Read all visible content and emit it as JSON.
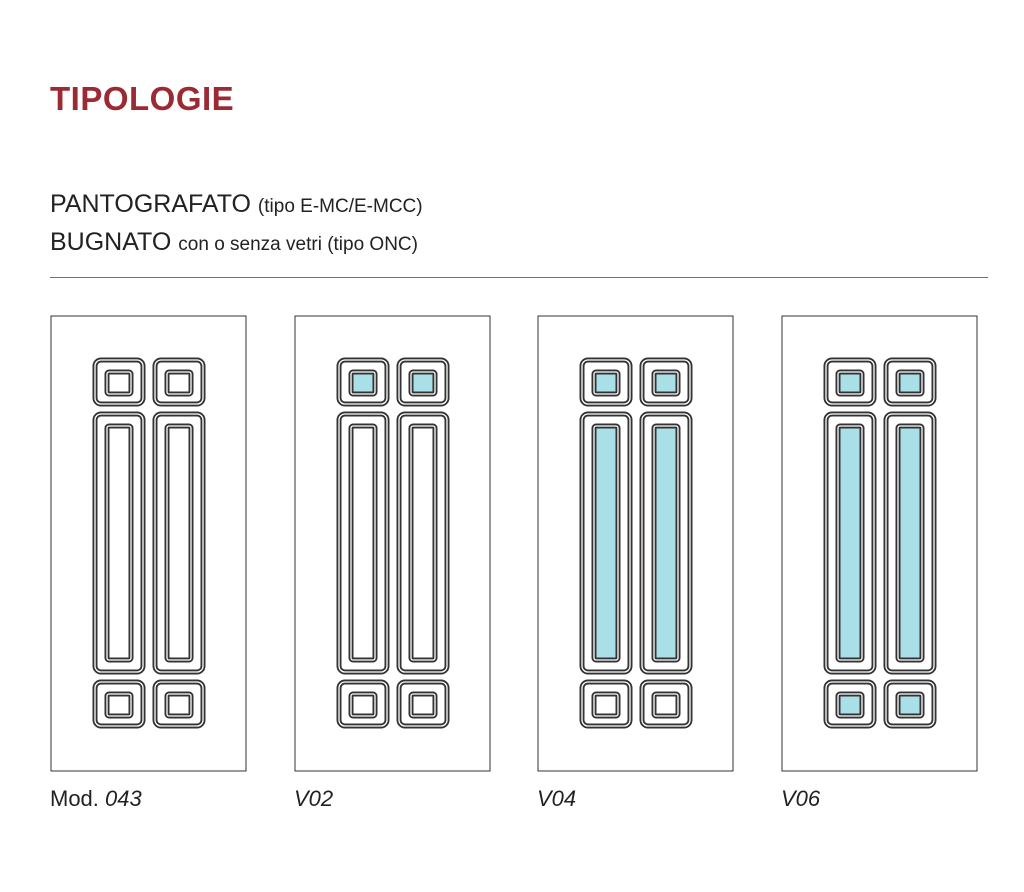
{
  "title": "TIPOLOGIE",
  "lines": [
    {
      "main": "PANTOGRAFATO",
      "detail": "(tipo E-MC/E-MCC)"
    },
    {
      "main": "BUGNATO",
      "detail": "con o senza vetri (tipo ONC)"
    }
  ],
  "colors": {
    "title": "#9b2a33",
    "glass": "#a9dfe7",
    "frame": "#333333"
  },
  "models": [
    {
      "prefix": "Mod.",
      "code": "043",
      "glass_top": false,
      "glass_long": false,
      "glass_bottom": false
    },
    {
      "prefix": "",
      "code": "V02",
      "glass_top": true,
      "glass_long": false,
      "glass_bottom": false
    },
    {
      "prefix": "",
      "code": "V04",
      "glass_top": true,
      "glass_long": true,
      "glass_bottom": false
    },
    {
      "prefix": "",
      "code": "V06",
      "glass_top": true,
      "glass_long": true,
      "glass_bottom": true
    }
  ]
}
